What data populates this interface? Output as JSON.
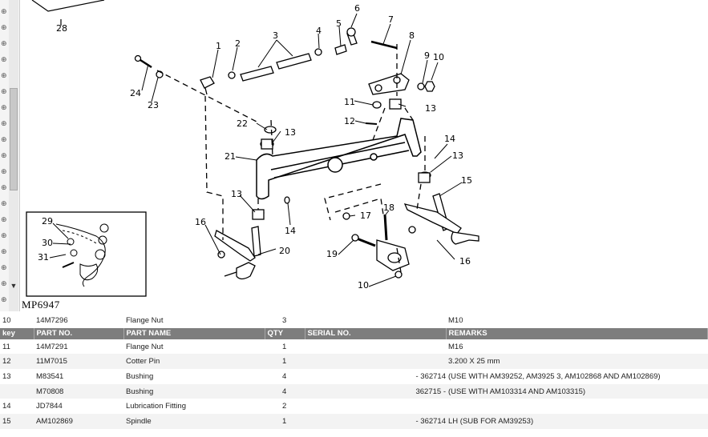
{
  "diagram": {
    "id_label": "MP6947",
    "callouts": [
      "1",
      "2",
      "3",
      "4",
      "5",
      "6",
      "7",
      "8",
      "9",
      "10",
      "11",
      "12",
      "13",
      "14",
      "15",
      "16",
      "17",
      "18",
      "19",
      "20",
      "21",
      "22",
      "23",
      "24",
      "28",
      "29",
      "30",
      "31"
    ]
  },
  "table": {
    "top_row": {
      "key": "10",
      "part_no": "14M7296",
      "part_name": "Flange Nut",
      "qty": "3",
      "serial": "",
      "remarks": "M10"
    },
    "header": {
      "key": "key",
      "part_no": "PART NO.",
      "part_name": "PART NAME",
      "qty": "QTY",
      "serial": "SERIAL NO.",
      "remarks": "REMARKS"
    },
    "rows": [
      {
        "key": "11",
        "part_no": "14M7291",
        "part_name": "Flange Nut",
        "qty": "1",
        "serial": "",
        "remarks": "M16"
      },
      {
        "key": "12",
        "part_no": "11M7015",
        "part_name": "Cotter Pin",
        "qty": "1",
        "serial": "",
        "remarks": "3.200 X 25 mm"
      },
      {
        "key": "13",
        "part_no": "M83541",
        "part_name": "Bushing",
        "qty": "4",
        "serial": "- 362714",
        "remarks": "(USE WITH AM39252, AM3925 3, AM102868 AND AM102869)"
      },
      {
        "key": "",
        "part_no": "M70808",
        "part_name": "Bushing",
        "qty": "4",
        "serial": "362715 -",
        "remarks": "(USE WITH AM103314 AND AM103315)"
      },
      {
        "key": "14",
        "part_no": "JD7844",
        "part_name": "Lubrication Fitting",
        "qty": "2",
        "serial": "",
        "remarks": ""
      },
      {
        "key": "15",
        "part_no": "AM102869",
        "part_name": "Spindle",
        "qty": "1",
        "serial": "- 362714",
        "remarks": "LH (SUB FOR AM39253)"
      }
    ]
  }
}
